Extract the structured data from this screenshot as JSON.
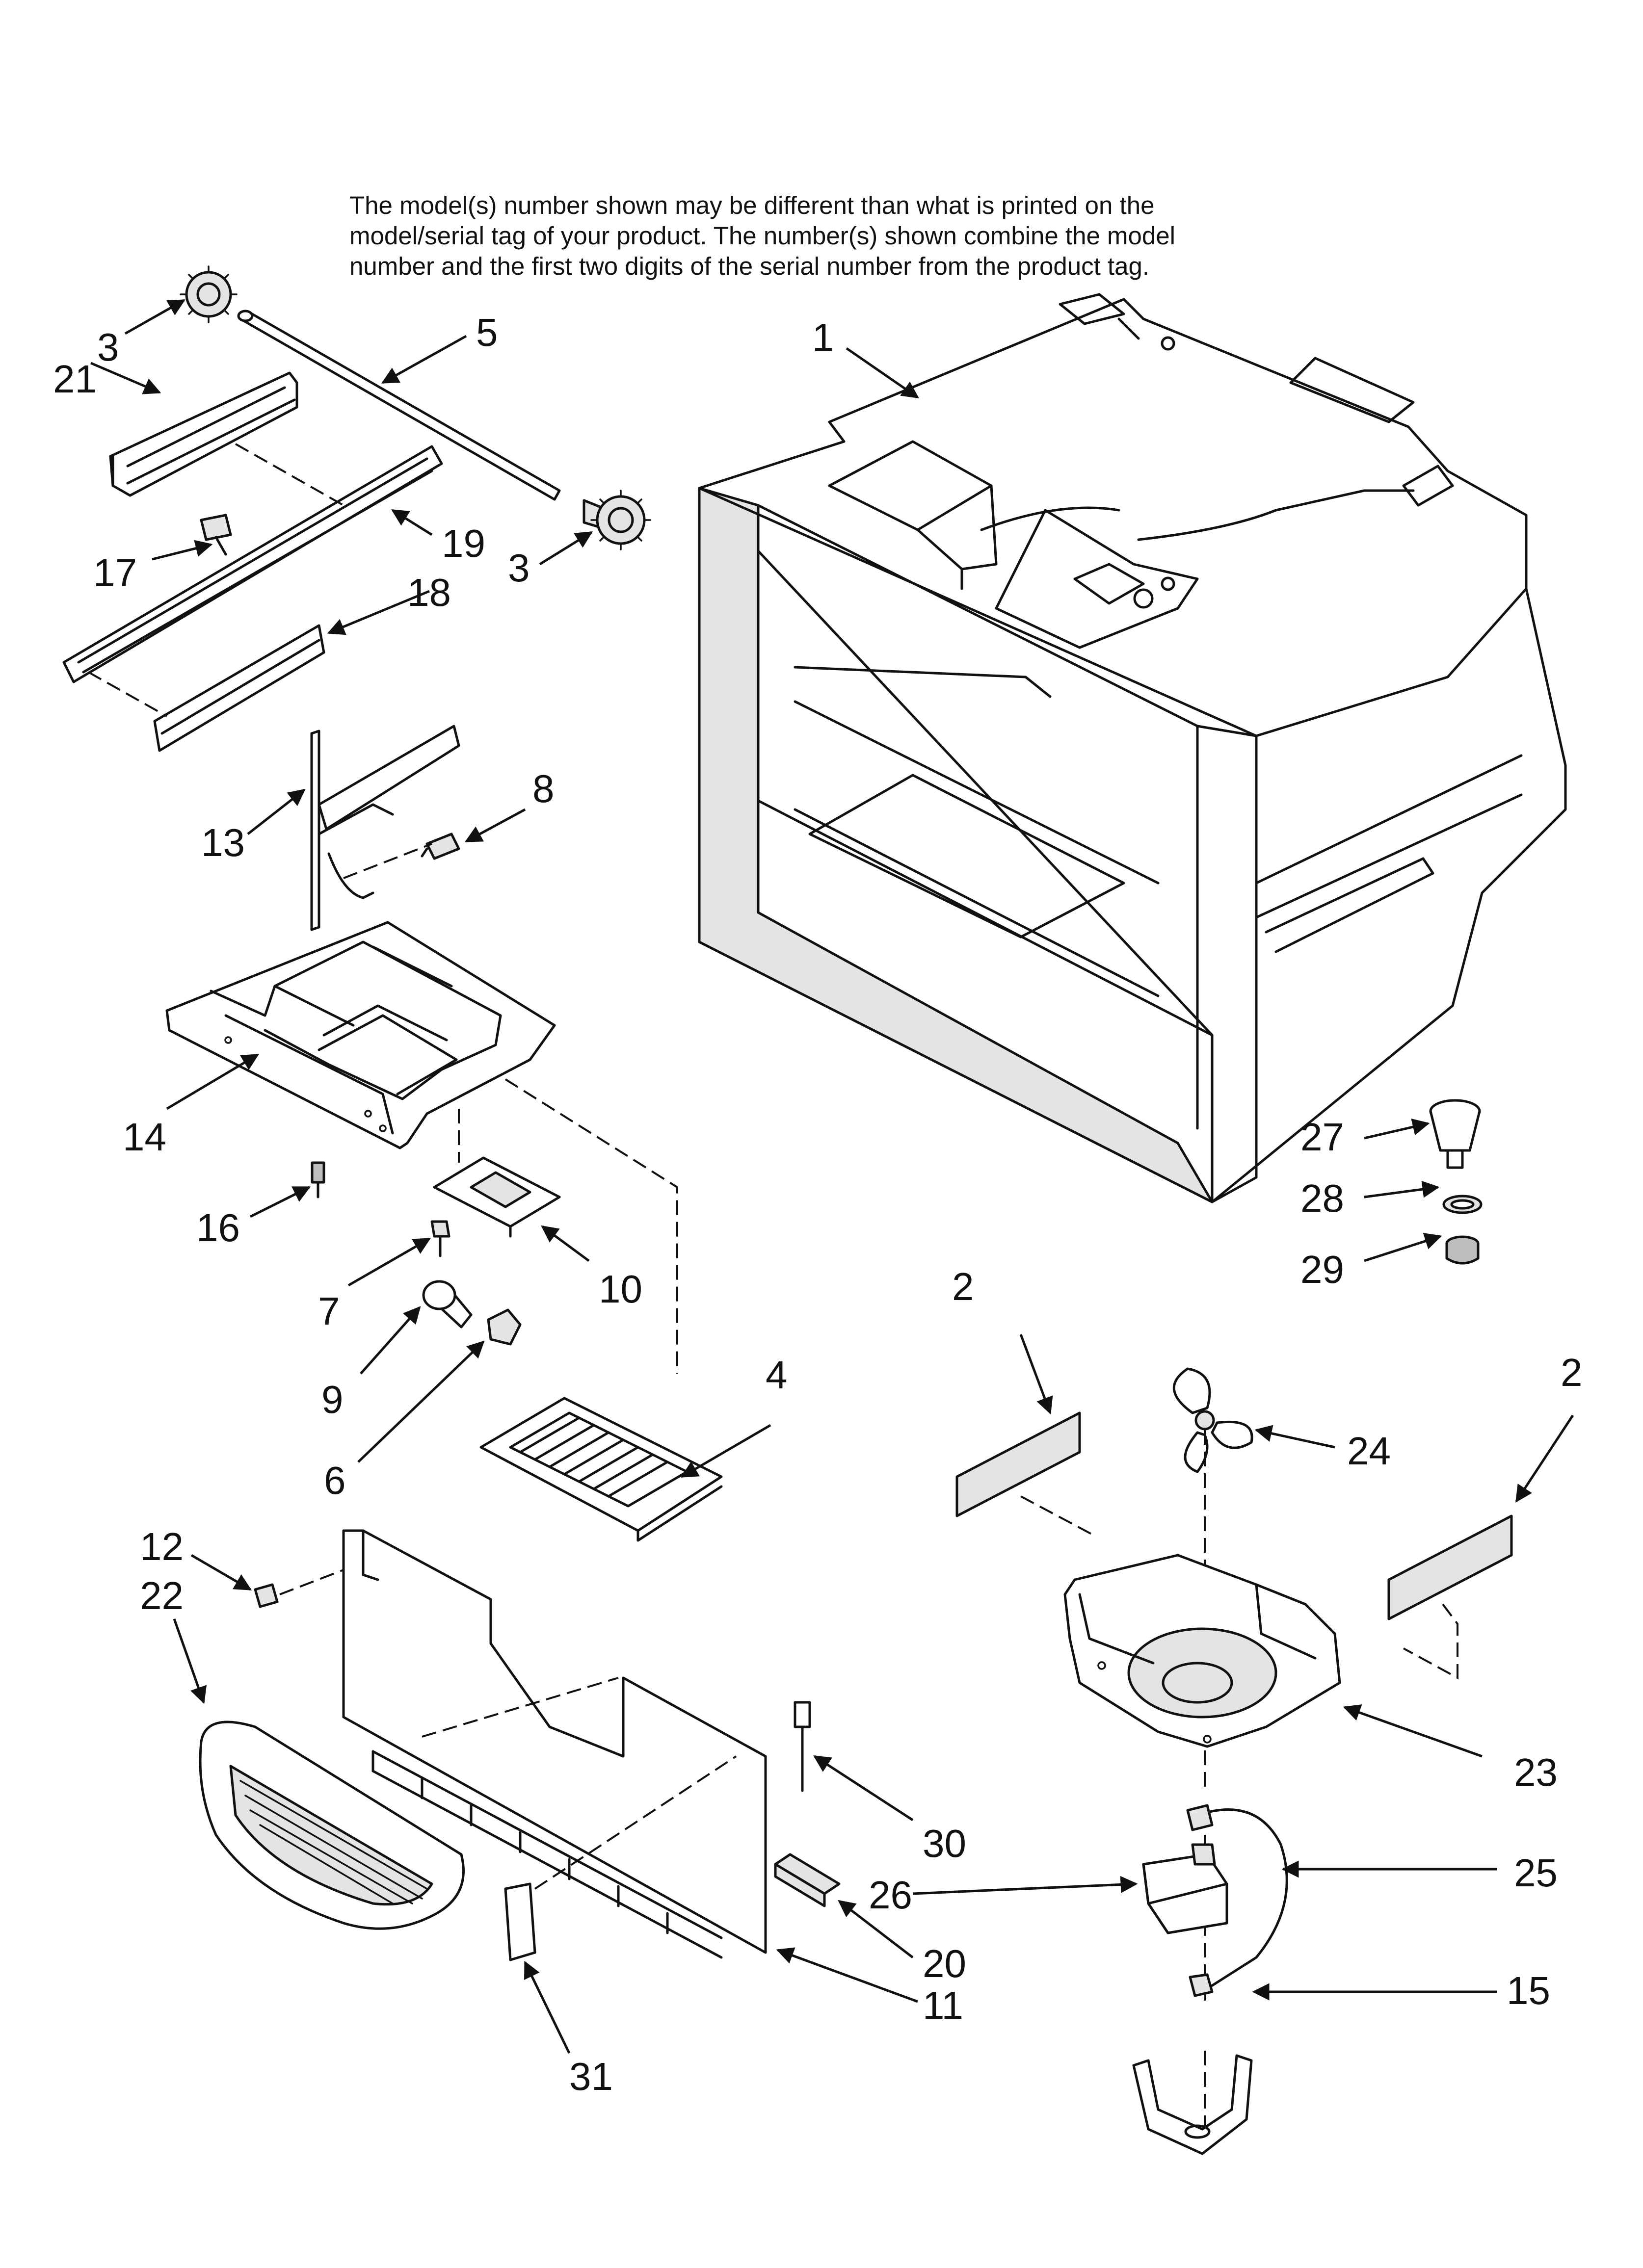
{
  "notice": {
    "line1": "The model(s) number shown may be different than what is printed on the",
    "line2": "model/serial tag of your product. The number(s) shown combine the model",
    "line3": "number and the first two digits of the serial number from the product tag."
  },
  "callouts": {
    "c1": "1",
    "c2a": "2",
    "c2b": "2",
    "c3a": "3",
    "c3b": "3",
    "c4": "4",
    "c5": "5",
    "c6": "6",
    "c7": "7",
    "c8": "8",
    "c9": "9",
    "c10": "10",
    "c11": "11",
    "c12": "12",
    "c13": "13",
    "c14": "14",
    "c15": "15",
    "c16": "16",
    "c17": "17",
    "c18": "18",
    "c19": "19",
    "c20": "20",
    "c21": "21",
    "c22": "22",
    "c23": "23",
    "c24": "24",
    "c25": "25",
    "c26": "26",
    "c27": "27",
    "c28": "28",
    "c29": "29",
    "c30": "30",
    "c31": "31"
  }
}
